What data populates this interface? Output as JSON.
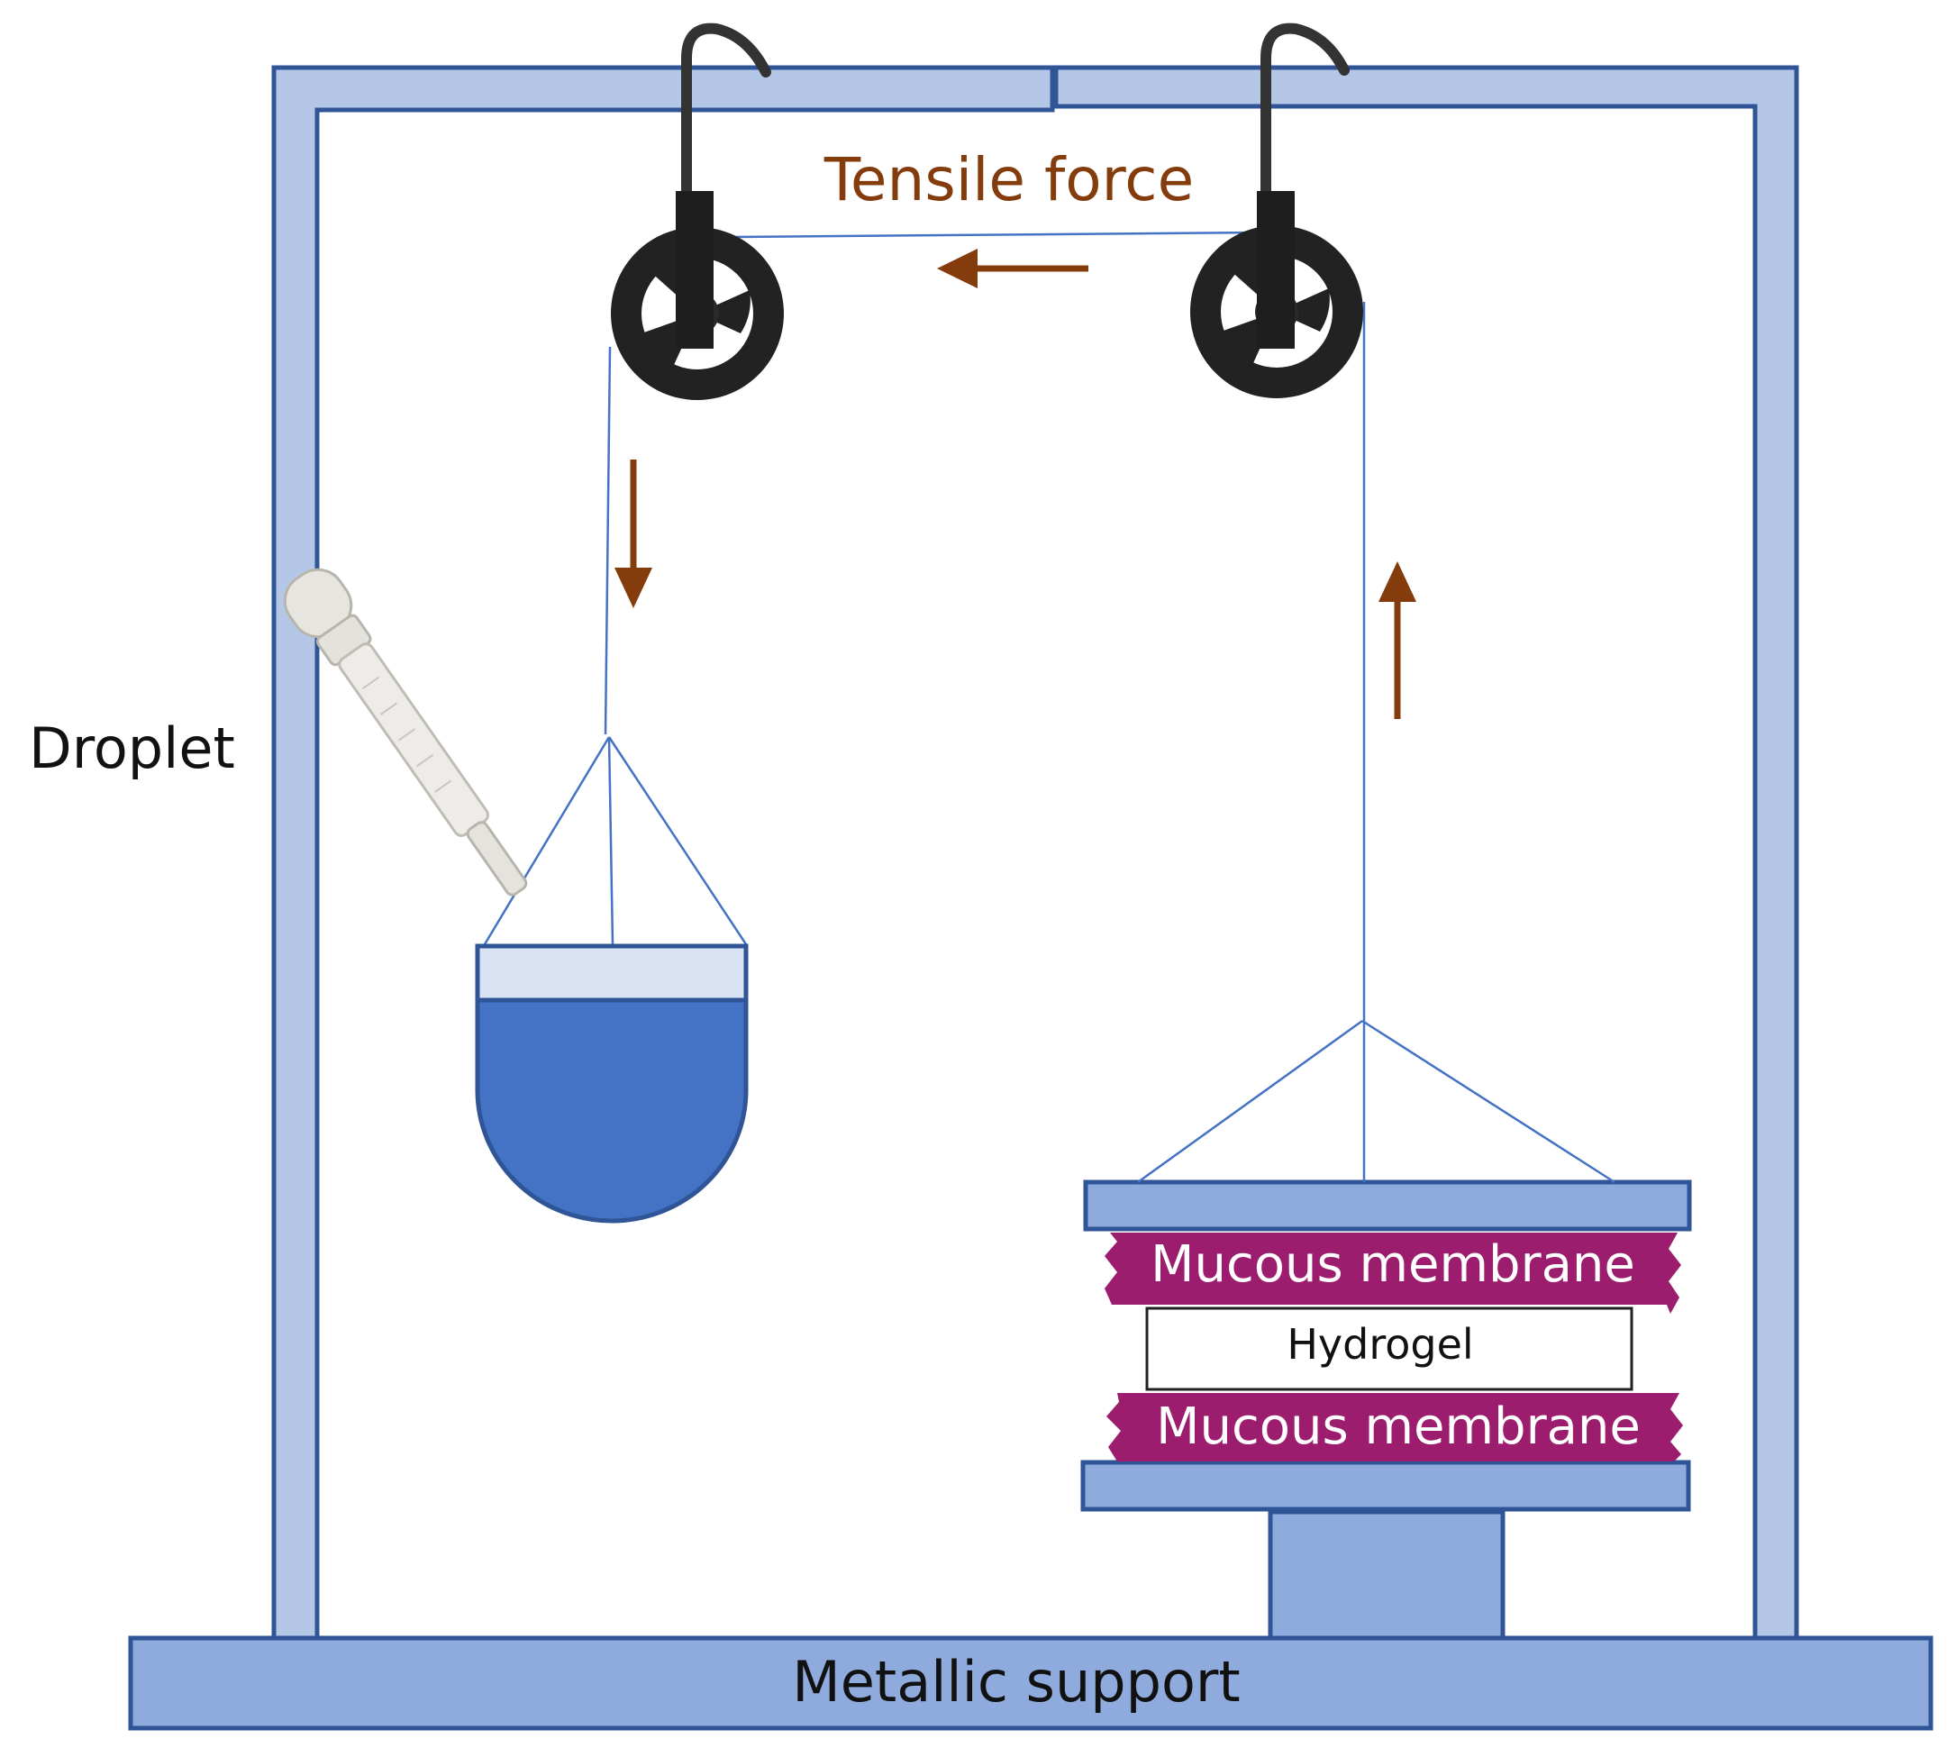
{
  "labels": {
    "tensile_force": "Tensile force",
    "droplet": "Droplet",
    "mucous_membrane_top": "Mucous membrane",
    "hydrogel": "Hydrogel",
    "mucous_membrane_bottom": "Mucous membrane",
    "metallic_support": "Metallic support"
  },
  "colors": {
    "frame_fill": "#b4c7e7",
    "frame_stroke": "#2f5597",
    "support_fill": "#8faadc",
    "bucket_fill": "#4472c4",
    "bucket_top": "#dae3f3",
    "membrane": "#9c1c6e",
    "arrow": "#843c0c",
    "string": "#4472c4",
    "pulley": "#222222"
  }
}
